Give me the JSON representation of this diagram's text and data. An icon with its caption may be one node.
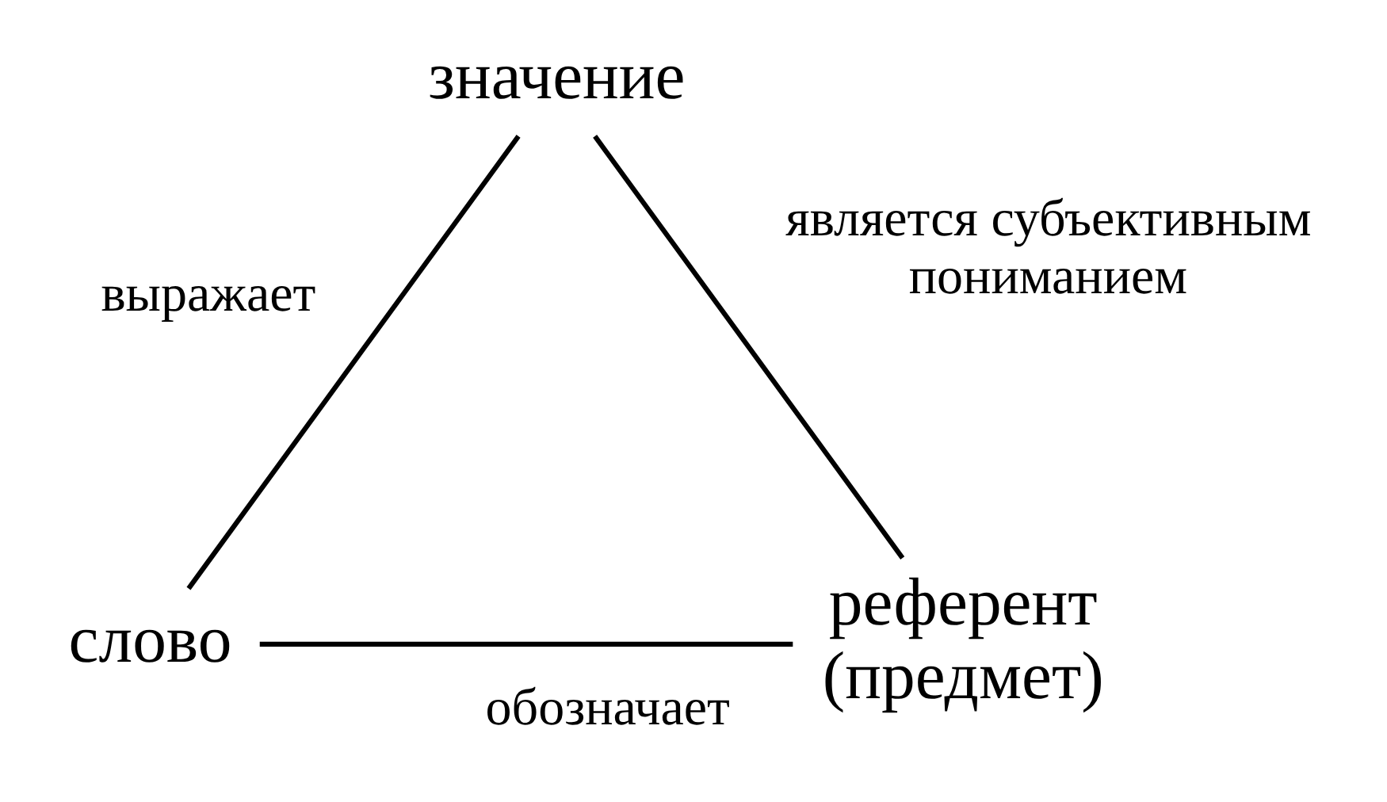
{
  "diagram": {
    "nodes": [
      {
        "text": [
          "значение"
        ]
      },
      {
        "text": [
          "слово"
        ]
      },
      {
        "text": [
          "референт (предмет)"
        ]
      }
    ],
    "edges": [
      {
        "from": 0,
        "to": 1,
        "arrow": "none",
        "label": "выражает"
      },
      {
        "from": 0,
        "to": 2,
        "arrow": "none",
        "label": "является субъективным пониманием"
      },
      {
        "from": 1,
        "to": 2,
        "arrow": "none",
        "label": "обозначает"
      }
    ]
  }
}
